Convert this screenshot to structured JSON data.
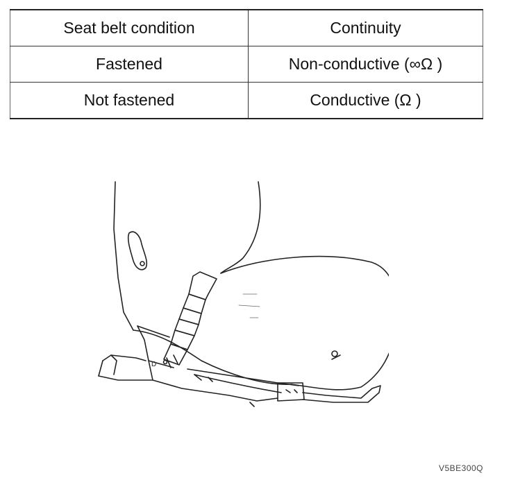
{
  "table": {
    "headers": [
      "Seat belt condition",
      "Continuity"
    ],
    "rows": [
      [
        "Fastened",
        "Non-conductive (∞Ω )"
      ],
      [
        "Not fastened",
        "Conductive (Ω )"
      ]
    ]
  },
  "figure": {
    "code": "V5BE300Q",
    "icon": "seat-with-buckle-switch-illustration"
  }
}
